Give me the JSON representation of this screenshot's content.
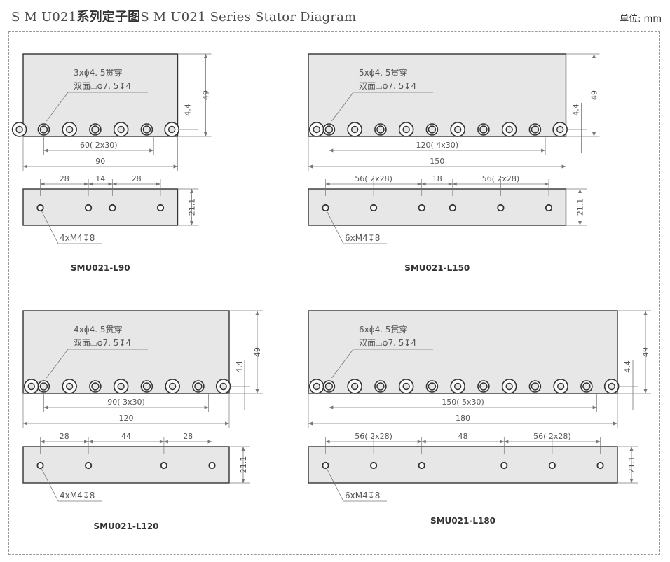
{
  "header": {
    "title_prefix": "S M U021",
    "title_cn": "系列定子图",
    "title_en": "S M U021 Series Stator Diagram",
    "unit": "单位: mm"
  },
  "height_front": "49",
  "edge_offset": "4.4",
  "height_bottom": "21.1",
  "colors": {
    "plate": "#e7e7e7",
    "line": "#333333",
    "dim_line": "#777777"
  },
  "models": [
    {
      "model": "SMU021-L90",
      "length": 90,
      "length_label": "90",
      "through_note": "3xϕ4. 5贯穿",
      "cbore_note": "双面⌴ϕ7. 5↧4",
      "pitch_label": "60( 2x30)",
      "tap_note": "4xM4↧8",
      "bottom_dims": [
        "28",
        "14",
        "28"
      ],
      "holes": [
        -2.2,
        12,
        27,
        42,
        57,
        72,
        86.6
      ],
      "taps": [
        10,
        38,
        52,
        80
      ]
    },
    {
      "model": "SMU021-L150",
      "length": 150,
      "length_label": "150",
      "through_note": "5xϕ4. 5贯穿",
      "cbore_note": "双面⌴ϕ7. 5↧4",
      "pitch_label": "120( 4x30)",
      "tap_note": "6xM4↧8",
      "bottom_dims": [
        "56( 2x28)",
        "18",
        "56( 2x28)"
      ],
      "holes": [
        4.8,
        12,
        27,
        42,
        57,
        72,
        87,
        102,
        117,
        132,
        146.6
      ],
      "taps": [
        10,
        38,
        66,
        84,
        112,
        140
      ]
    },
    {
      "model": "SMU021-L120",
      "length": 120,
      "length_label": "120",
      "through_note": "4xϕ4. 5贯穿",
      "cbore_note": "双面⌴ϕ7. 5↧4",
      "pitch_label": "90( 3x30)",
      "tap_note": "4xM4↧8",
      "bottom_dims": [
        "28",
        "44",
        "28"
      ],
      "holes": [
        4.8,
        12,
        27,
        42,
        57,
        72,
        87,
        102,
        116.6
      ],
      "taps": [
        10,
        38,
        82,
        110
      ]
    },
    {
      "model": "SMU021-L180",
      "length": 180,
      "length_label": "180",
      "through_note": "6xϕ4. 5贯穿",
      "cbore_note": "双面⌴ϕ7. 5↧4",
      "pitch_label": "150( 5x30)",
      "tap_note": "6xM4↧8",
      "bottom_dims": [
        "56( 2x28)",
        "48",
        "56( 2x28)"
      ],
      "holes": [
        4.8,
        12,
        27,
        42,
        57,
        72,
        87,
        102,
        117,
        132,
        147,
        162,
        176.6
      ],
      "taps": [
        10,
        38,
        66,
        114,
        142,
        170
      ]
    }
  ]
}
